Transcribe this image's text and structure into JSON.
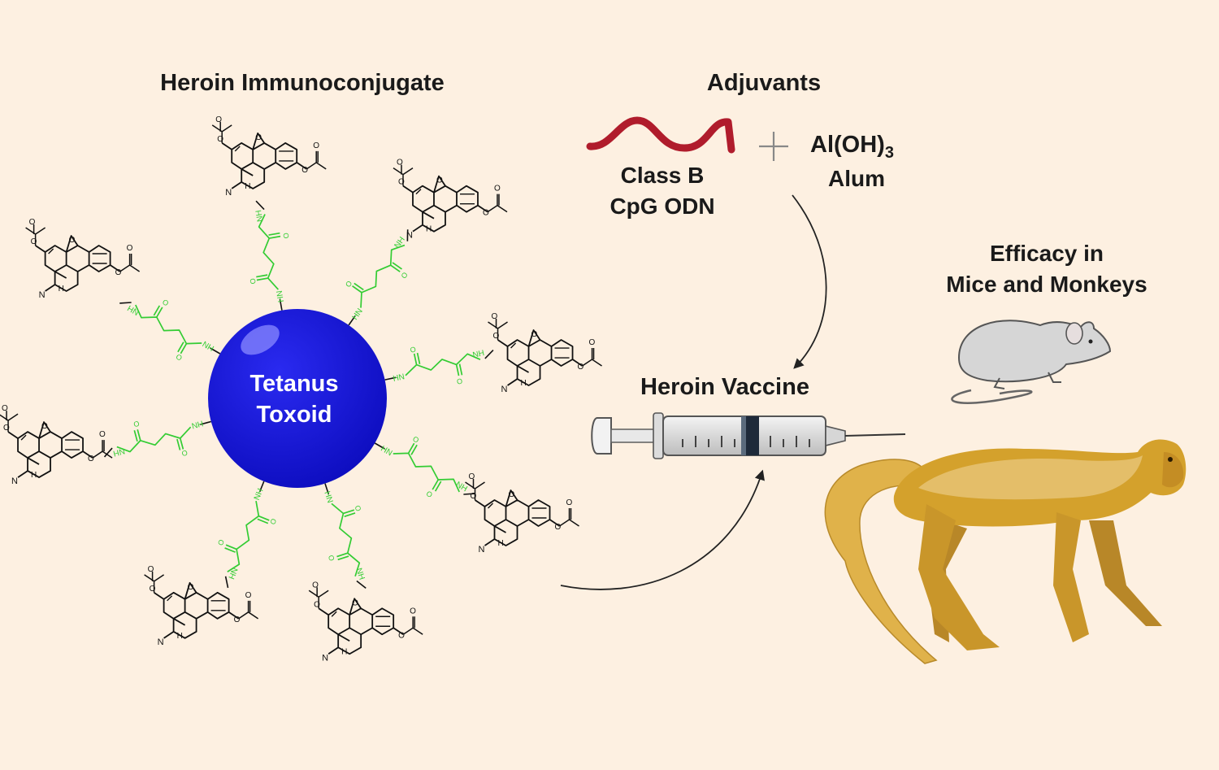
{
  "headings": {
    "conjugate": "Heroin Immunoconjugate",
    "adjuvants": "Adjuvants",
    "efficacy_line1": "Efficacy in",
    "efficacy_line2": "Mice and Monkeys",
    "vaccine": "Heroin Vaccine"
  },
  "carrier": {
    "line1": "Tetanus",
    "line2": "Toxoid"
  },
  "adjuvant_cpg": {
    "line1": "Class B",
    "line2": "CpG ODN"
  },
  "adjuvant_alum": {
    "formula_base": "Al(OH)",
    "formula_sub": "3",
    "name": "Alum"
  },
  "plus_symbol": "+",
  "atoms": {
    "nitrogen": "N",
    "oxygen": "O",
    "hydrogen": "H",
    "amide_nh": "NH",
    "amide_hn": "HN"
  },
  "colors": {
    "background": "#fdf0e1",
    "carrier_blue": "#1212d6",
    "linker_green": "#33cc33",
    "cpg_red": "#b01c2c",
    "monkey_gold": "#d4a12c",
    "mouse_gray": "#d6d6d6"
  },
  "icons": [
    "tetanus-toxoid-sphere",
    "heroin-molecule",
    "cpg-wave-icon",
    "syringe-icon",
    "mouse-icon",
    "monkey-icon",
    "curved-arrow"
  ]
}
